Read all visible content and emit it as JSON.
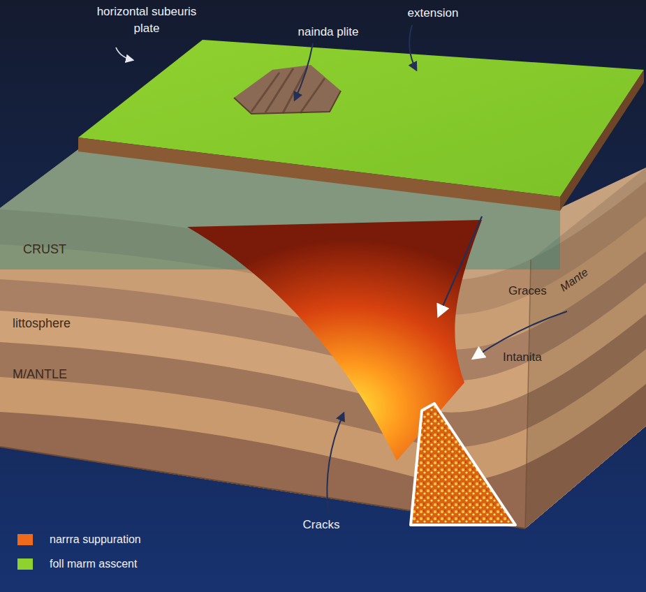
{
  "diagram": {
    "labels": [
      "horizontal subeuris plate",
      "nainda plite",
      "extension",
      "CRUST",
      "littosphere",
      "M/ANTLE",
      "Graces",
      "Mante",
      "Intanita",
      "Cracks"
    ],
    "legend": [
      {
        "text": "narrra suppuration",
        "color": "#f06a1c"
      },
      {
        "text": "foll marm asscent",
        "color": "#8fd12f"
      }
    ]
  }
}
